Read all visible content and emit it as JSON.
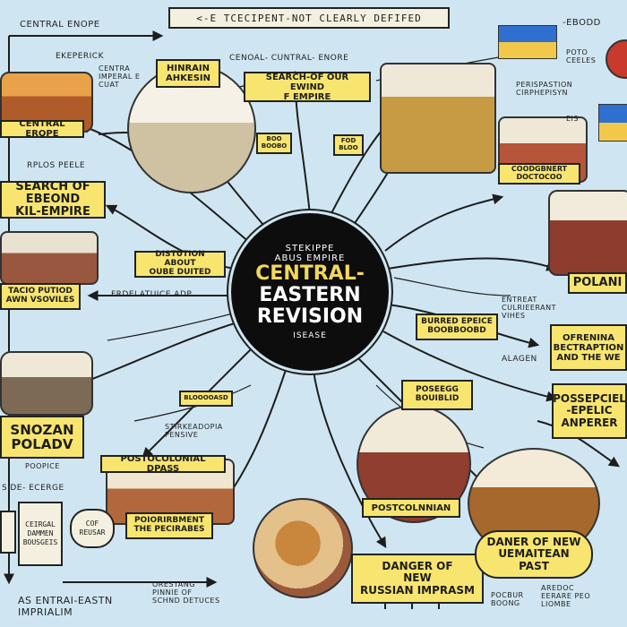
{
  "banner": "<-E TCECIPENT-NOT CLEARLY DEFIFED",
  "hub": {
    "top": "STEKIPPE",
    "sub": "ABUS EMPIRE",
    "line1": "CENTRAL-",
    "line2": "EASTERN",
    "line3": "REVISION",
    "foot": "ISEASE"
  },
  "boxes": {
    "central_europe": "CENTRAL EROPE",
    "search_empire_left": "SEARCH OF EBEOND\nKIL-EMPIRE",
    "search_empire_top": "SEARCH-OF OUR EWIND\nF EMPIRE",
    "hinrain": "HINRAIN\nAHKESIN",
    "distution": "DISTUTION ABOUT\nOUBE DUITED",
    "tacio": "TACIO PUTIOD\nAWN VSOVILES",
    "polani": "POLANI",
    "snozan": "SNOZAN\nPOLADV",
    "postocolonial_dpass": "POSTOCOLONIAL DPASS",
    "postcolnnian": "POSTCOLNNIAN",
    "dangerous": "DANGER OF\nNEW\nRUSSIAN IMPRASM",
    "danger_new": "DANER OF NEW\nUEMAITEAN\nPAST",
    "orfenina": "OFRENINA\nBECTRAPTION\nAND THE WE",
    "possepcial": "POSSEPCIEL\n-EPELIC\nANPERER",
    "burred": "BURRED EPEICE\nBOOBBOOBD",
    "poseeg": "POSEEGG\nBOUIBLID",
    "poorirement": "POIORIRBMENT\nTHE PECIRABES",
    "coodgbnert": "COODGBNERT\nDOCTOCOO",
    "small_a": "BOO\nBOOBO",
    "small_b": "FOD\nBLOO",
    "bleoozasd": "BLOOOOASD"
  },
  "labels": {
    "central_enope": "CENTRAL ENOPE",
    "ekeperick": "EKEPERICK",
    "centra_imperial": "CENTRA\nIMPERAL E\nCUAT",
    "cenoal": "CENOAL- CUNTRAL- ENORE",
    "ebodd": "-EBODD",
    "poto": "POTO\nCEELES",
    "perispastion": "PERISPASTION\nCIRPHEPISYN",
    "eis": "EIS",
    "rplos": "RPLOS PEELE",
    "entrea": "ENTREAT\nCULRIEERANT\nVIHES",
    "alagen": "ALAGEN",
    "frdelatuice": "FRDELATUICE ADP",
    "strikeadopia": "STIRKEADOPIA\nPENSIVE",
    "sides": "SIDE- ECERGE",
    "poopice": "POOPICE",
    "central_easten": "AS ENTRAI-EASTN\nIMPRIALIM",
    "orestang": "ORESTANG\nPINNIE OF\nSCHND DETUCES",
    "cot_reusar": "COF\nREUSAR",
    "central_dammon": "CEIRGAL\nDAMMEN\nBOUSGEIS",
    "aredoc": "AREDOC\nEERARE PEO\nLIOMBE",
    "pocbur": "POCBUR\nBOONG"
  },
  "colors": {
    "background": "#cfe6f2",
    "box_fill": "#f7e56f",
    "hub_fill": "#0d0d0d",
    "hub_title": "#f4d65a",
    "flag_blue": "#2f6fd0",
    "flag_yellow": "#f2c84b",
    "stamp_red": "#c73a2c"
  }
}
